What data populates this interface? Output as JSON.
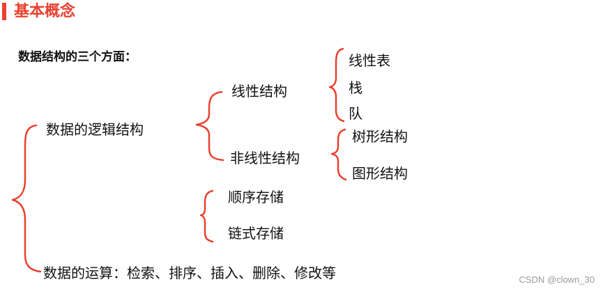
{
  "header": {
    "title": "基本概念"
  },
  "intro": "数据结构的三个方面：",
  "tree": {
    "logical": "数据的逻辑结构",
    "linear": "线性结构",
    "linear_items": [
      "线性表",
      "栈",
      "队"
    ],
    "nonlinear": "非线性结构",
    "nonlinear_items": [
      "树形结构",
      "图形结构"
    ],
    "storage_items": [
      "顺序存储",
      "链式存储"
    ],
    "operations": "数据的运算：检索、排序、插入、删除、修改等"
  },
  "colors": {
    "accent": "#e8412f",
    "text": "#111111",
    "watermark": "#9a9a9a"
  },
  "watermark": "CSDN @clown_30"
}
